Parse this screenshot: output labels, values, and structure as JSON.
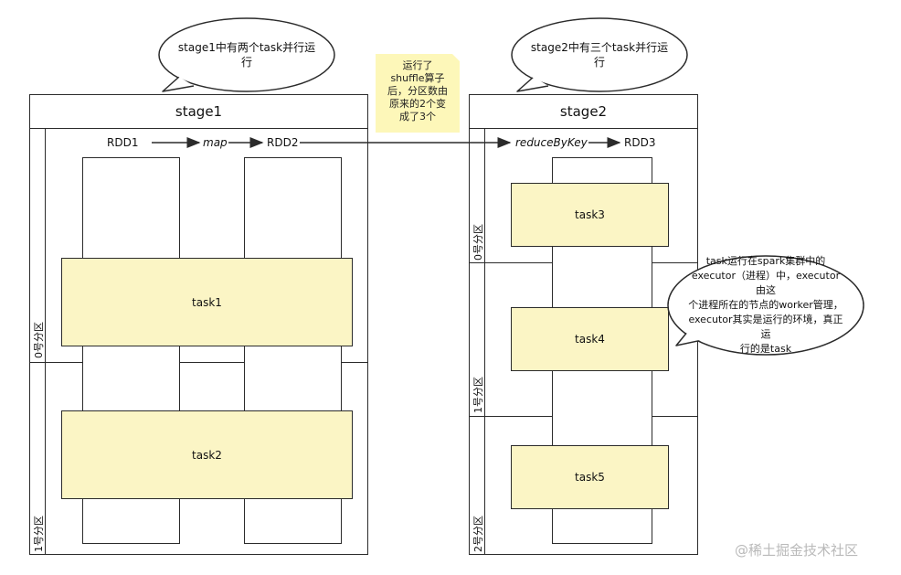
{
  "bubbles": {
    "stage1_note": "stage1中有两个task并行运行",
    "stage2_note": "stage2中有三个task并行运行",
    "executor_note": [
      "task运行在spark集群中的",
      "executor（进程）中，executor由这",
      "个进程所在的节点的worker管理，",
      "executor其实是运行的环境，真正运",
      "行的是task"
    ]
  },
  "sticky_note": [
    "运行了",
    "shuffle算子",
    "后，分区数由",
    "原来的2个变",
    "成了3个"
  ],
  "stage1": {
    "title": "stage1",
    "rdd_a": "RDD1",
    "operator": "map",
    "rdd_b": "RDD2",
    "partitions": [
      "0号分区",
      "1号分区"
    ],
    "tasks": [
      "task1",
      "task2"
    ]
  },
  "stage2": {
    "title": "stage2",
    "operator": "reduceByKey",
    "rdd": "RDD3",
    "partitions": [
      "0号分区",
      "1号分区",
      "2号分区"
    ],
    "tasks": [
      "task3",
      "task4",
      "task5"
    ]
  },
  "watermark": "@稀土掘金技术社区",
  "colors": {
    "task_fill": "#fbf5c5",
    "note_fill": "#fdf7b9",
    "line": "#2b2b2b"
  }
}
